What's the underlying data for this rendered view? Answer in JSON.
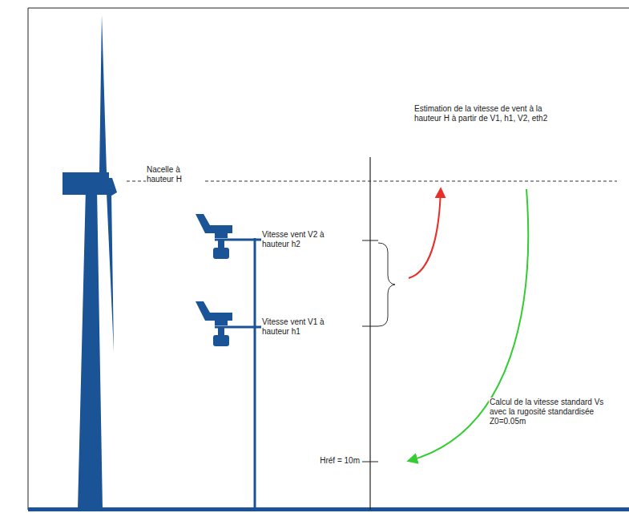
{
  "diagram": {
    "labels": [
      "Nacelle à hauteur H",
      "Vitesse vent V2 à hauteur h2",
      "Vitesse vent V1 à hauteur h1",
      "Estimation de la vitesse de vent à la hauteur H à partir de V1, h1, V2, eth2",
      "Calcul de la vitesse standard Vs avec la rugosité standardisée Z0=0.05m",
      "Hréf = 10m"
    ]
  }
}
